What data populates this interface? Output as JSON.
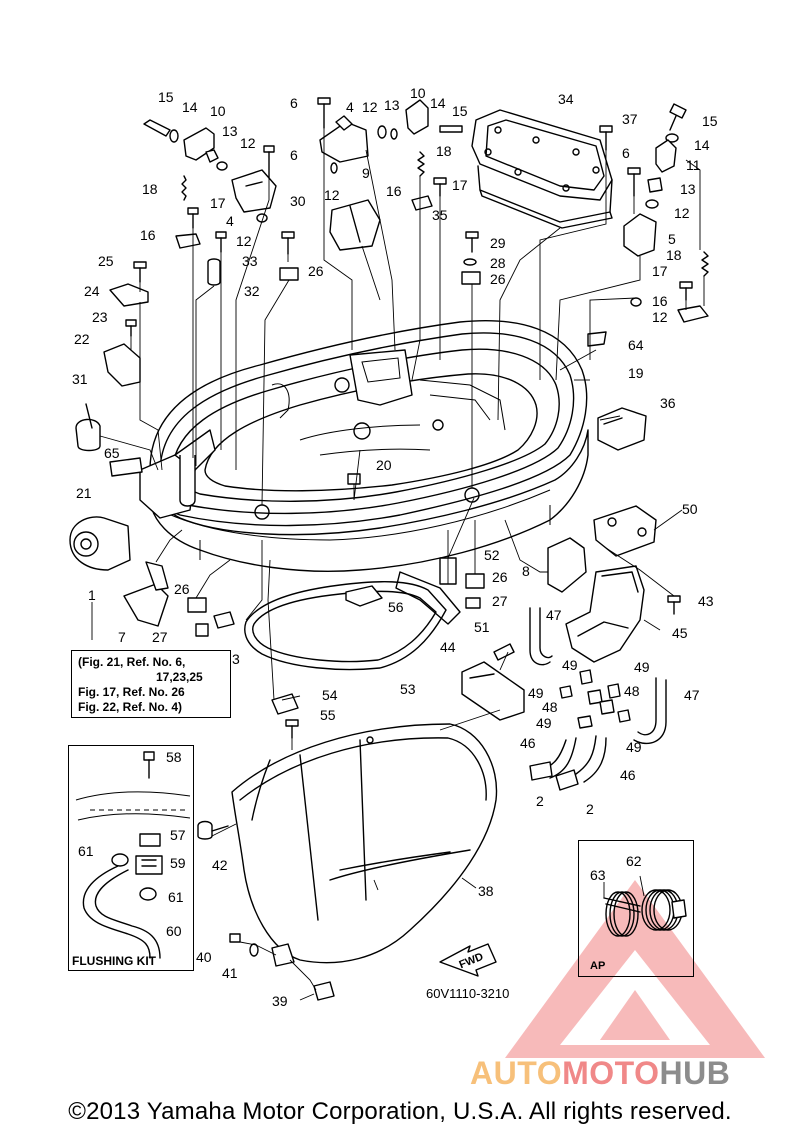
{
  "diagram": {
    "callouts": {
      "c1": "1",
      "c2a": "2",
      "c2b": "2",
      "c3": "3",
      "c4a": "4",
      "c4b": "4",
      "c5": "5",
      "c6a": "6",
      "c6b": "6",
      "c6c": "6",
      "c7": "7",
      "c8": "8",
      "c9": "9",
      "c10a": "10",
      "c10b": "10",
      "c11": "11",
      "c12a": "12",
      "c12b": "12",
      "c12c": "12",
      "c12d": "12",
      "c12e": "12",
      "c12f": "12",
      "c13a": "13",
      "c13b": "13",
      "c13c": "13",
      "c14a": "14",
      "c14b": "14",
      "c14c": "14",
      "c15a": "15",
      "c15b": "15",
      "c15c": "15",
      "c16a": "16",
      "c16b": "16",
      "c16c": "16",
      "c17a": "17",
      "c17b": "17",
      "c17c": "17",
      "c18a": "18",
      "c18b": "18",
      "c18c": "18",
      "c19": "19",
      "c20": "20",
      "c21": "21",
      "c22": "22",
      "c23": "23",
      "c24": "24",
      "c25": "25",
      "c26a": "26",
      "c26b": "26",
      "c26c": "26",
      "c26d": "26",
      "c27a": "27",
      "c27b": "27",
      "c28": "28",
      "c29": "29",
      "c30": "30",
      "c31": "31",
      "c32": "32",
      "c33": "33",
      "c34": "34",
      "c35": "35",
      "c36": "36",
      "c37": "37",
      "c38": "38",
      "c39": "39",
      "c40": "40",
      "c41": "41",
      "c42": "42",
      "c43": "43",
      "c44": "44",
      "c45": "45",
      "c46a": "46",
      "c46b": "46",
      "c47a": "47",
      "c47b": "47",
      "c48a": "48",
      "c48b": "48",
      "c49a": "49",
      "c49b": "49",
      "c49c": "49",
      "c49d": "49",
      "c49e": "49",
      "c50": "50",
      "c51": "51",
      "c52": "52",
      "c53": "53",
      "c54": "54",
      "c55": "55",
      "c56": "56",
      "c57": "57",
      "c58": "58",
      "c59": "59",
      "c60": "60",
      "c61a": "61",
      "c61b": "61",
      "c62": "62",
      "c63": "63",
      "c64": "64",
      "c65": "65"
    },
    "reference_note": {
      "line1": "(Fig. 21, Ref. No. 6,",
      "line2": "17,23,25",
      "line3": "Fig. 17, Ref. No. 26",
      "line4": "Fig. 22, Ref. No. 4)"
    },
    "flushing_kit_label": "FLUSHING KIT",
    "detail_label": "AP",
    "fwd_label": "FWD",
    "drawing_code": "60V1110-3210"
  },
  "watermark": {
    "part_a": "AUTO",
    "part_b": "MOTO",
    "part_c": "HUB",
    "colors": {
      "triangle": "#f08a8a",
      "auto": "#f7c07a",
      "moto": "#f08888",
      "hub": "#8c8c8c"
    }
  },
  "footer": {
    "copyright": "©2013 Yamaha Motor Corporation, U.S.A. All rights reserved."
  }
}
